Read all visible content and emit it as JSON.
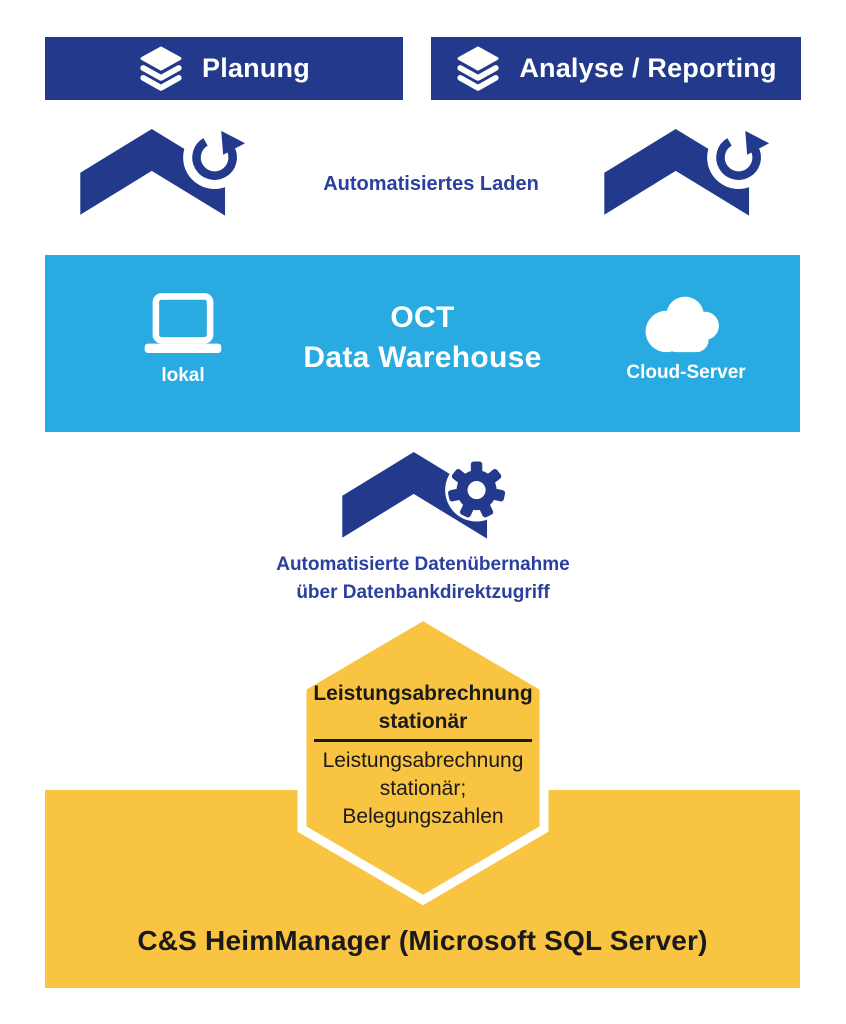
{
  "colors": {
    "dark_blue": "#233A8C",
    "caption_blue": "#2B3F9E",
    "cyan": "#29ABE2",
    "yellow": "#F9C442",
    "text_black": "#1A1A1A",
    "white": "#FFFFFF"
  },
  "icons": {
    "top_boxes": "layers-icon",
    "load_arrows": "chevron-up-refresh-icon",
    "local": "laptop-icon",
    "cloud": "cloud-icon",
    "transfer_arrow": "chevron-up-gear-icon"
  },
  "top_boxes": [
    {
      "label": "Planung"
    },
    {
      "label": "Analyse / Reporting"
    }
  ],
  "load_row": {
    "label": "Automatisiertes Laden"
  },
  "warehouse": {
    "title_line1": "OCT",
    "title_line2": "Data Warehouse",
    "left": {
      "label": "lokal"
    },
    "right": {
      "label": "Cloud-Server"
    }
  },
  "transfer": {
    "line1": "Automatisierte Datenübernahme",
    "line2": "über Datenbankdirektzugriff"
  },
  "hexagon": {
    "heading_line1": "Leistungsabrechnung",
    "heading_line2": "stationär",
    "body_line1": "Leistungsabrechnung",
    "body_line2": "stationär;",
    "body_line3": "Belegungszahlen"
  },
  "source_band": {
    "label": "C&S HeimManager (Microsoft SQL Server)"
  }
}
